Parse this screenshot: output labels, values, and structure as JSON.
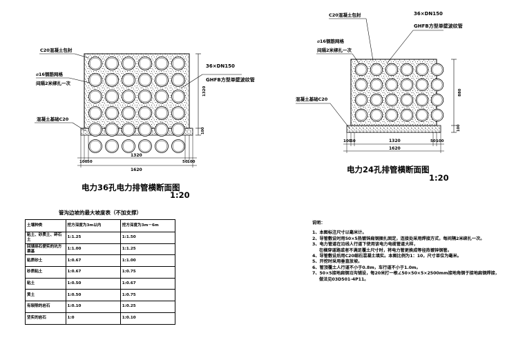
{
  "left_section": {
    "labels": {
      "concrete_encase": "C20混凝土包封",
      "rebar_mesh": "⌀16钢筋网格",
      "rebar_interval": "间隔2米绑扎一次",
      "foundation": "混凝土基础C20",
      "pipe_spec": "36×DN150",
      "pipe_type": "GHFB方型单壁波纹管"
    },
    "dims": {
      "height": "1320",
      "base_h": "100",
      "seg_left": "100",
      "seg_left2": "50",
      "seg_mid": "1320",
      "seg_right": "50",
      "seg_right2": "100",
      "total": "1620"
    },
    "title": "电力36孔电力排管横断面图",
    "scale": "1:20"
  },
  "right_section": {
    "labels": {
      "concrete_encase": "C20混凝土包封",
      "rebar_mesh": "⌀16钢筋网格",
      "rebar_interval": "间隔2米绑扎一次",
      "foundation": "混凝土基础C20",
      "pipe_spec": "36×DN150",
      "pipe_type": "GHFB方型单壁波纹管"
    },
    "dims": {
      "height": "880",
      "base_h": "100",
      "seg_left": "100",
      "seg_left2": "50",
      "seg_mid": "1320",
      "seg_right": "50",
      "seg_right2": "100",
      "total": "1620"
    },
    "title": "电力24孔排管横断面图",
    "scale": "1:20"
  },
  "slope_table": {
    "title": "管沟边坡的最大坡度表（不加支撑）",
    "headers": [
      "土壤种类",
      "挖方深度为3m以内",
      "挖方深度为3m－6m"
    ],
    "rows": [
      [
        "粘土、砂质土、碎石土",
        "1:1.25",
        "1:1.50"
      ],
      [
        "回填砾石便实的坑方渠基",
        "1:1.00",
        "1:1.25"
      ],
      [
        "粘质砂土",
        "1:0.67",
        "1:1.00"
      ],
      [
        "砂质粘土",
        "1:0.67",
        "1:0.75"
      ],
      [
        "粘土",
        "1:0.50",
        "1:0.67"
      ],
      [
        "黄土",
        "1:0.50",
        "1:0.75"
      ],
      [
        "有裂隙的岩石",
        "1:0.10",
        "1:0.25"
      ],
      [
        "坚实的岩石",
        "1:0",
        "1:0.10"
      ]
    ]
  },
  "notes": {
    "heading": "说明：",
    "items": [
      "1、本图标注尺寸以毫米计。",
      "2、导管敷设时用50×5热镀锌扁钢捆扎固定，连接处采用焊接方式，每间隔2米绑扎一次。",
      "3、电力管道在沿线人行道下使用该电力电缆管道大样，",
      "在横穿道路或者不满足覆土尺寸时，将电力管更换成等径热镀锌钢管。",
      "4、导管敷设后用C20细石混凝土填实。本图比例为1：10，尺寸单位为毫米。",
      "5、开挖时采用垂直放坡。",
      "6、管顶覆土人行道不小于0.8m，车行道不小于1.0m。",
      "7、50×5接地扁钢沿沟铺设，每20米打一根∠50×50×5×2500mm接地角钢于接地扁钢焊接，",
      "做法见03D501-4P11。"
    ]
  }
}
